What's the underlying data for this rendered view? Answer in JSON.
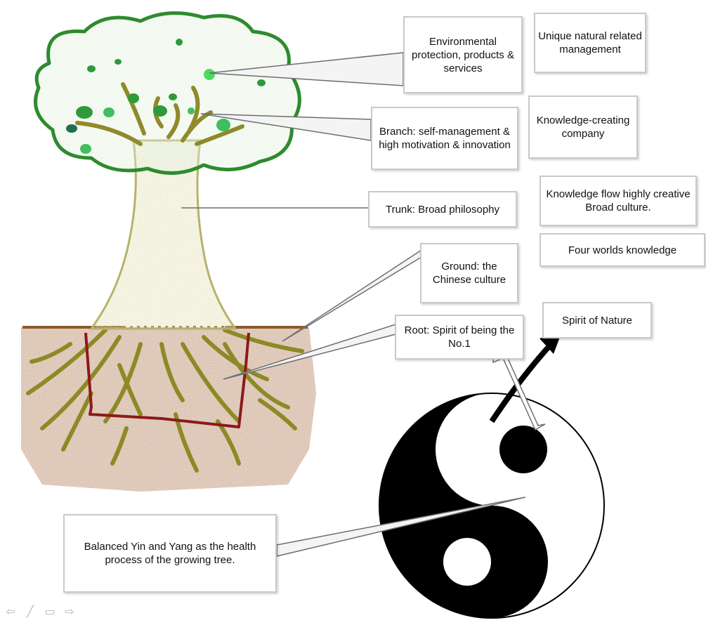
{
  "labels": {
    "fruit": "Environmental protection, products & services",
    "unique": "Unique natural related management",
    "branch": "Branch: self-management & high motivation & innovation",
    "knowledge_company": "Knowledge-creating company",
    "trunk": "Trunk: Broad philosophy",
    "knowledge_flow": "Knowledge flow highly creative Broad culture.",
    "ground": "Ground: the Chinese culture",
    "four_worlds": "Four worlds knowledge",
    "root": "Root: Spirit of being the No.1",
    "spirit_nature": "Spirit of Nature",
    "yinyang": "Balanced Yin and Yang as the health process of the growing tree."
  },
  "colors": {
    "foliage_outline": "#2e8b2e",
    "foliage_fill": "#cfe7c6",
    "leaf_spots": "#2f9a3a",
    "trunk": "#b7b26a",
    "branches": "#8f8a2a",
    "ground_line": "#8b5a2b",
    "soil": "#c9a58a",
    "roots": "#8d8a26",
    "root_box": "#8b1a1a",
    "yinyang_black": "#000000"
  },
  "toolbar": {
    "icons": [
      "back-arrow-icon",
      "pen-icon",
      "menu-icon",
      "forward-arrow-icon"
    ]
  }
}
